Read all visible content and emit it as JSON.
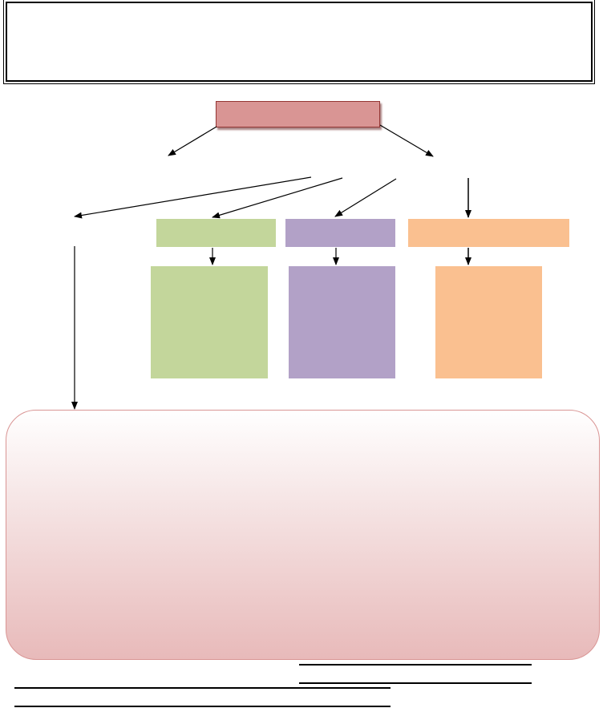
{
  "title": "",
  "root": {
    "label": ""
  },
  "branches": [
    {
      "id": "left",
      "label": ""
    },
    {
      "id": "green",
      "header": "",
      "body": "",
      "color": "#c3d69b"
    },
    {
      "id": "purple",
      "header": "",
      "body": "",
      "color": "#b2a1c7"
    },
    {
      "id": "orange",
      "header": "",
      "body": "",
      "color": "#fac090"
    }
  ],
  "bottom_panel": {
    "text": ""
  },
  "colors": {
    "root_fill": "#d99594",
    "root_border": "#943634",
    "panel_border": "#d99594"
  }
}
